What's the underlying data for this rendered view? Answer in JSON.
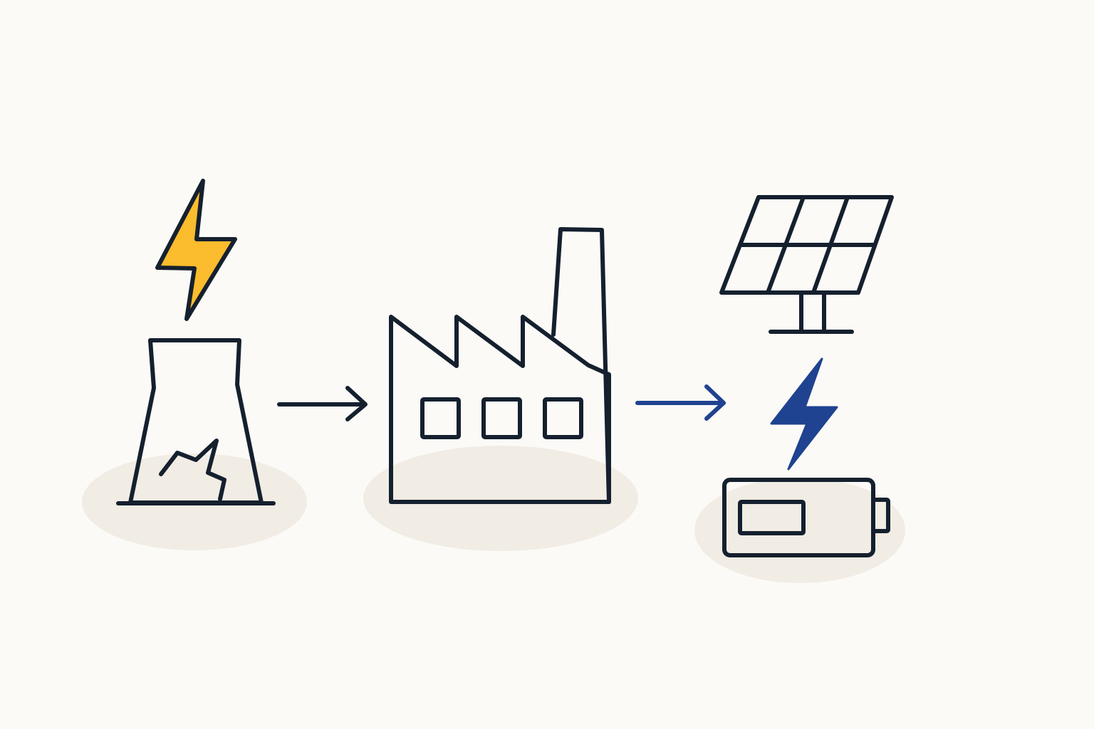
{
  "colors": {
    "background": "#fbfaf7",
    "ink": "#15202e",
    "shadow": "#f1ece4",
    "bolt_yellow": "#fbbc2d",
    "accent_blue": "#1f4390"
  },
  "stages": [
    {
      "id": "cooling-tower",
      "icon": "cooling-tower-icon",
      "badge_icon": "lightning-bolt-icon",
      "badge_color": "yellow"
    },
    {
      "id": "factory",
      "icon": "factory-icon"
    },
    {
      "id": "clean-energy",
      "icons": [
        "solar-panel-icon",
        "lightning-bolt-icon",
        "battery-icon"
      ],
      "badge_color": "blue"
    }
  ],
  "connectors": [
    {
      "from": "cooling-tower",
      "to": "factory",
      "icon": "arrow-right-icon",
      "color": "ink"
    },
    {
      "from": "factory",
      "to": "clean-energy",
      "icon": "arrow-right-icon",
      "color": "accent_blue"
    }
  ]
}
